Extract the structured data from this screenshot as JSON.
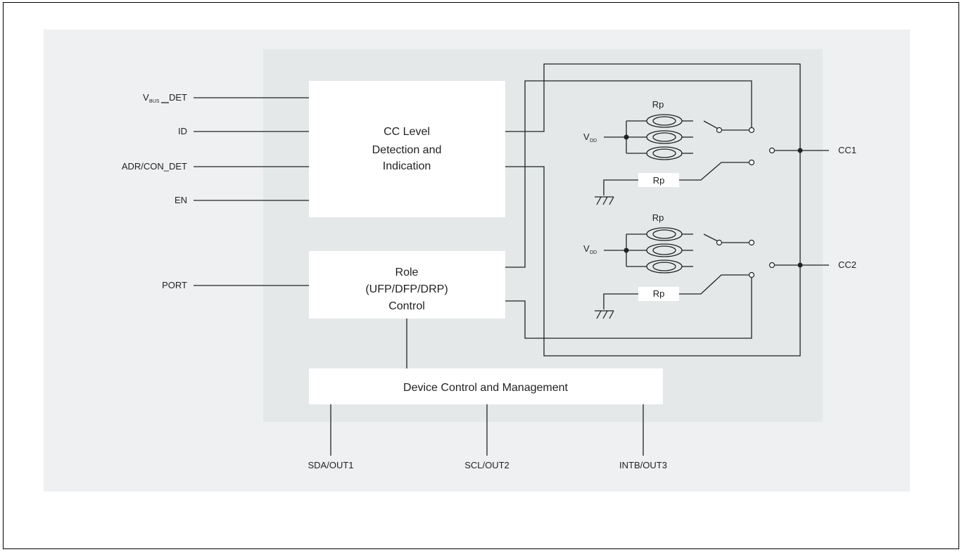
{
  "blocks": {
    "cc_level": [
      "CC Level",
      "Detection and",
      "Indication"
    ],
    "role": [
      "Role",
      "(UFP/DFP/DRP)",
      "Control"
    ],
    "device_control": "Device Control and Management"
  },
  "left_pins": {
    "vbus_det": {
      "main": "V",
      "sub": "BUS",
      "suffix": "DET"
    },
    "id": "ID",
    "adr_con_det": "ADR/CON_DET",
    "en": "EN",
    "port": "PORT"
  },
  "bottom_pins": [
    "SDA/OUT1",
    "SCL/OUT2",
    "INTB/OUT3"
  ],
  "right_pins": [
    "CC1",
    "CC2"
  ],
  "components": {
    "rp": "Rp",
    "vdd": {
      "main": "V",
      "sub": "DD"
    }
  },
  "colors": {
    "outer_bg": "#eef0f1",
    "inner_bg": "#e4e8e9",
    "block_fill": "#ffffff",
    "line": "#222222"
  }
}
